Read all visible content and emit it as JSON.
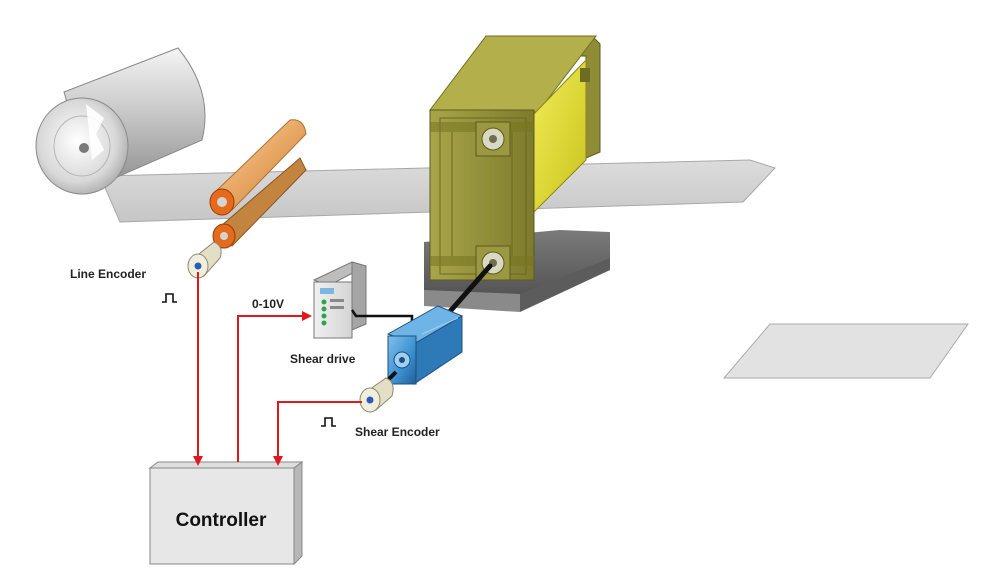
{
  "labels": {
    "line_encoder": "Line Encoder",
    "voltage_signal": "0-10V",
    "shear_drive": "Shear drive",
    "shear_encoder": "Shear Encoder",
    "controller": "Controller"
  },
  "colors": {
    "signal_wire": "#e0191c",
    "cable": "#111111",
    "strip": "#cfcfcf",
    "shear_frame": "#8c8a34",
    "shear_blade": "#e5df2a",
    "motor": "#3a8fd0",
    "pinch_roller": "#e8a05a",
    "encoder_tip": "#2a5cb0"
  },
  "icons": {
    "line_pulse": "pulse-icon",
    "shear_pulse": "pulse-icon"
  }
}
